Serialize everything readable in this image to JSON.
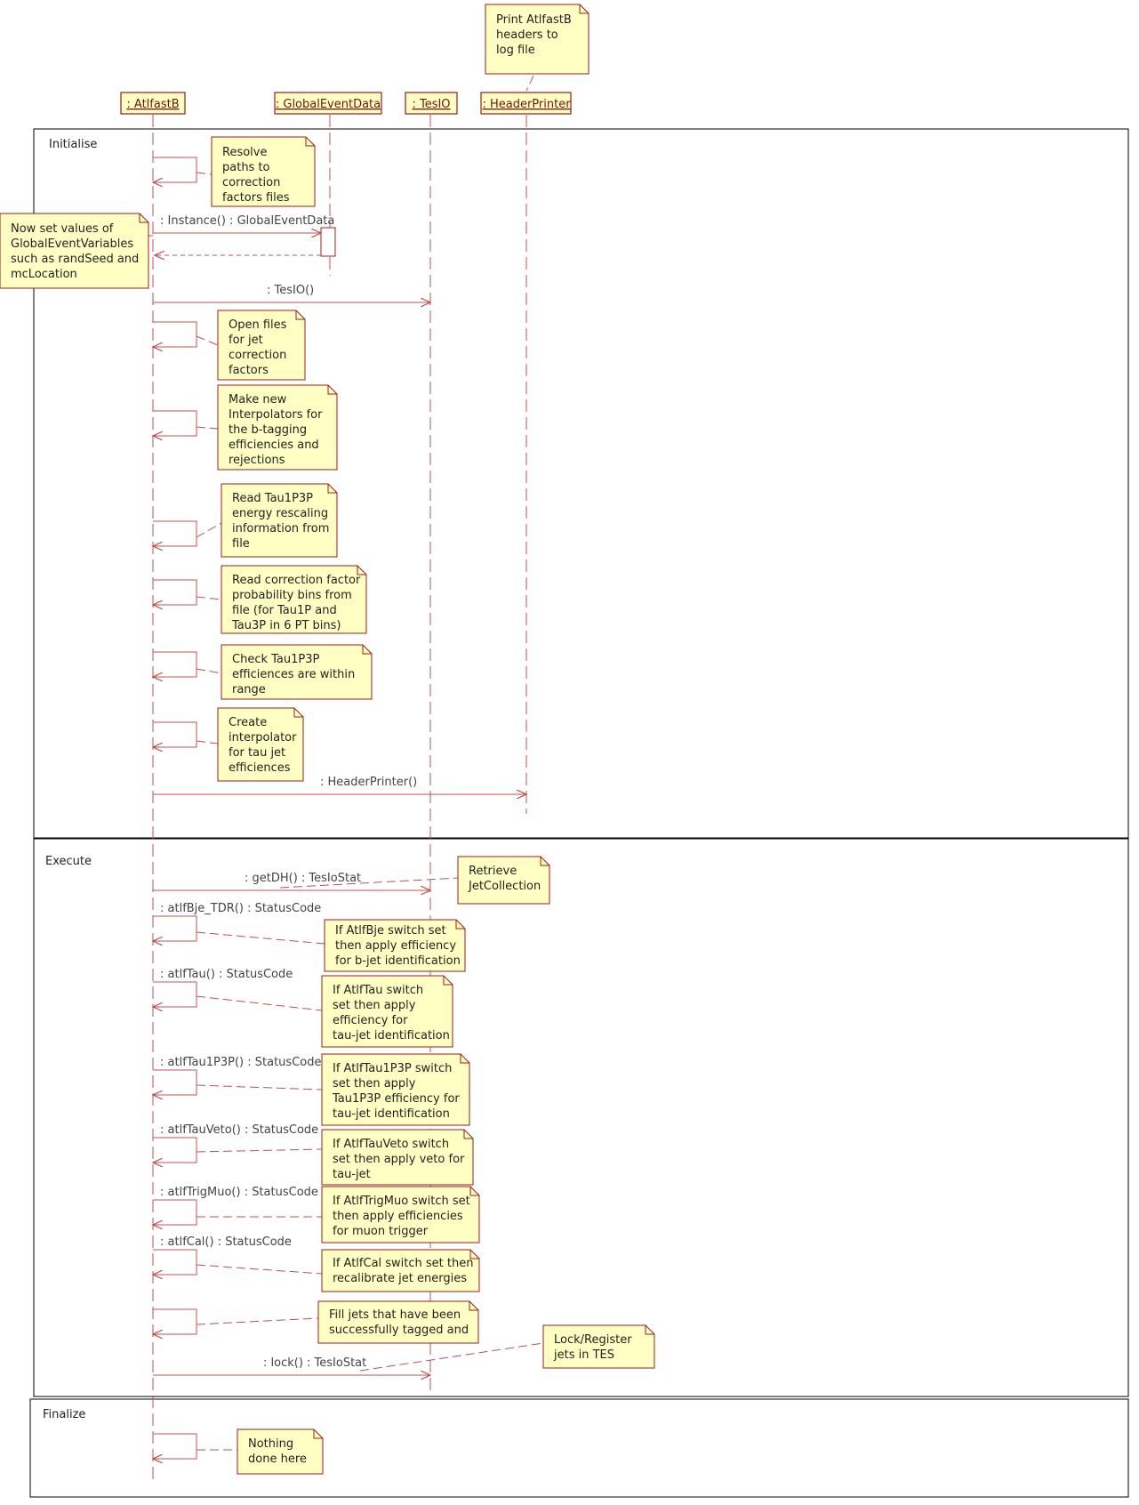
{
  "lifelines": [
    ": AtlfastB",
    ": GlobalEventData",
    ": TesIO",
    ": HeaderPrinter"
  ],
  "fragments": [
    "Initialise",
    "Execute",
    "Finalize"
  ],
  "messages": {
    "instance": ": Instance() : GlobalEventData",
    "tesio": ": TesIO()",
    "headerprinter": ": HeaderPrinter()",
    "getdh": ": getDH() : TesIoStat",
    "atlfbje": ": atlfBje_TDR() : StatusCode",
    "atlftau": ": atlfTau() : StatusCode",
    "atlftau1p3p": ": atlfTau1P3P() : StatusCode",
    "atlftauveto": ": atlfTauVeto() : StatusCode",
    "atlftrigmuo": ": atlfTrigMuo() : StatusCode",
    "atlfcal": ": atlfCal() : StatusCode",
    "lock": ": lock() : TesIoStat"
  },
  "notes": {
    "print_headers": [
      "Print AtlfastB",
      "headers to",
      "log file"
    ],
    "resolve_paths": [
      "Resolve",
      "paths to",
      "correction",
      "factors files"
    ],
    "set_values": [
      "Now set values of",
      "GlobalEventVariables",
      "such as randSeed and",
      "mcLocation"
    ],
    "open_files": [
      "Open files",
      "for jet",
      "correction",
      "factors"
    ],
    "make_interp": [
      "Make new",
      "Interpolators for",
      "the b-tagging",
      "efficiencies and",
      "rejections"
    ],
    "read_tau1p3p": [
      "Read Tau1P3P",
      "energy rescaling",
      "information from",
      "file"
    ],
    "read_corr": [
      "Read correction factor",
      "probability bins from",
      "file (for Tau1P and",
      "Tau3P in 6 PT bins)"
    ],
    "check_tau": [
      "Check Tau1P3P",
      "efficiences are within",
      "range"
    ],
    "create_interp": [
      "Create",
      "interpolator",
      "for tau jet",
      "efficiences"
    ],
    "retrieve": [
      "Retrieve",
      "JetCollection"
    ],
    "bje": [
      "If AtlfBje switch set",
      "then apply efficiency",
      "for b-jet identification"
    ],
    "tau": [
      "If AtlfTau switch",
      "set then apply",
      "efficiency for",
      "tau-jet identification"
    ],
    "tau1p3p": [
      "If AtlfTau1P3P switch",
      "set then apply",
      "Tau1P3P efficiency for",
      "tau-jet identification"
    ],
    "tauveto": [
      "If AtlfTauVeto switch",
      "set then apply veto for",
      "tau-jet"
    ],
    "trigmuo": [
      "If AtlfTrigMuo switch set",
      "then apply efficiencies",
      "for muon trigger"
    ],
    "cal": [
      "If AtlfCal switch set then",
      "recalibrate jet energies"
    ],
    "fill": [
      "Fill jets that have been",
      "successfully tagged and"
    ],
    "lock": [
      "Lock/Register",
      "jets in TES"
    ],
    "nothing": [
      "Nothing",
      "done here"
    ]
  },
  "colors": {
    "line": "#c0504d",
    "box_border": "#9b1c1c",
    "note_fill": "#ffffc4",
    "frame": "#000000"
  }
}
